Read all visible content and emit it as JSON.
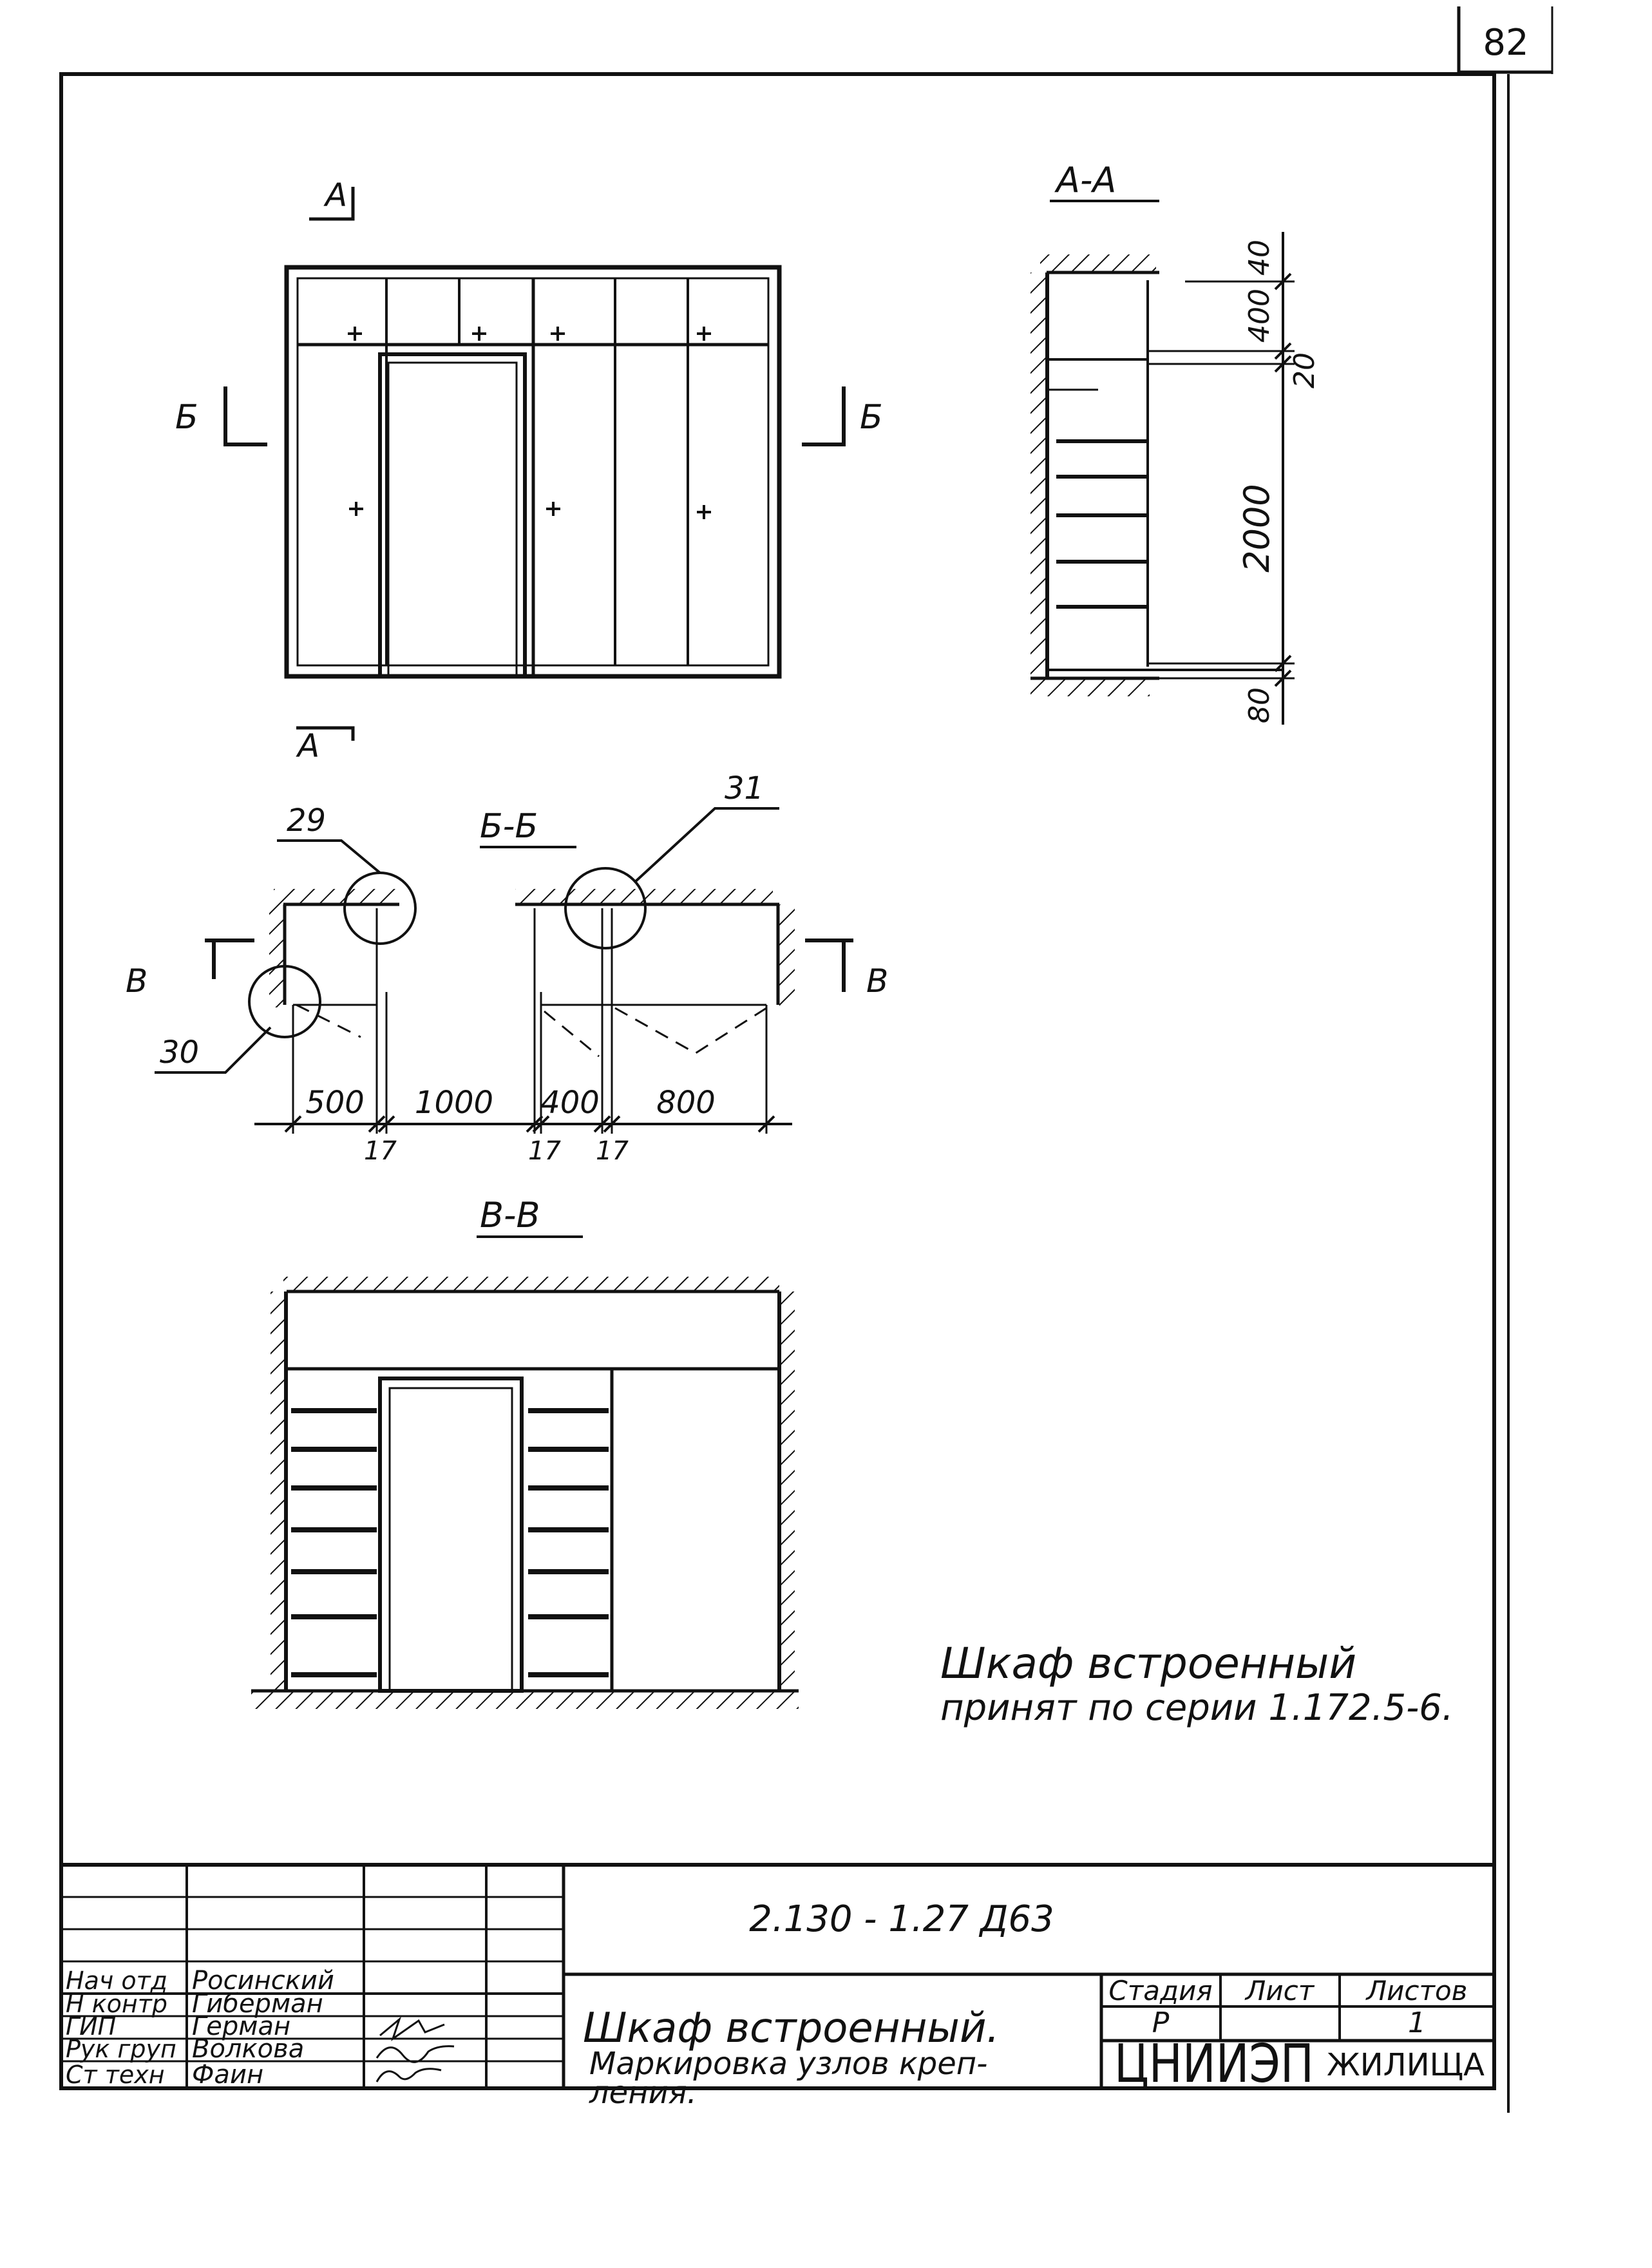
{
  "sheet": {
    "number": "82"
  },
  "sections": {
    "aa": "А-А",
    "bb": "Б-Б",
    "vv": "В-В",
    "cut_a": "А",
    "cut_b": "Б",
    "cut_v": "В"
  },
  "callouts": {
    "c29": "29",
    "c30": "30",
    "c31": "31"
  },
  "dims": {
    "aa_top": "40",
    "aa_400": "400",
    "aa_20": "20",
    "aa_2000": "2000",
    "aa_80": "80",
    "plan_500": "500",
    "plan_1000": "1000",
    "plan_400": "400",
    "plan_800": "800",
    "plan_17": "17"
  },
  "note": {
    "line1": "Шкаф встроенный",
    "line2": "принят по серии 1.172.5-6."
  },
  "title_block": {
    "code": "2.130 - 1.27 Д63",
    "title_line1": "Шкаф встроенный.",
    "title_line2": "Маркировка узлов креп-",
    "title_line3": "ления.",
    "stage_label": "Стадия",
    "sheet_label": "Лист",
    "sheets_label": "Листов",
    "stage_value": "Р",
    "sheet_value": "",
    "sheets_value": "1",
    "org_main": "ЦНИИЭП",
    "org_sub": "ЖИЛИЩА",
    "roles": [
      {
        "role": "Нач отд",
        "name": "Росинский"
      },
      {
        "role": "Н контр",
        "name": "Гиберман"
      },
      {
        "role": "ГИП",
        "name": "Герман"
      },
      {
        "role": "Рук груп",
        "name": "Волкова"
      },
      {
        "role": "Ст техн",
        "name": "Фаин"
      }
    ]
  }
}
